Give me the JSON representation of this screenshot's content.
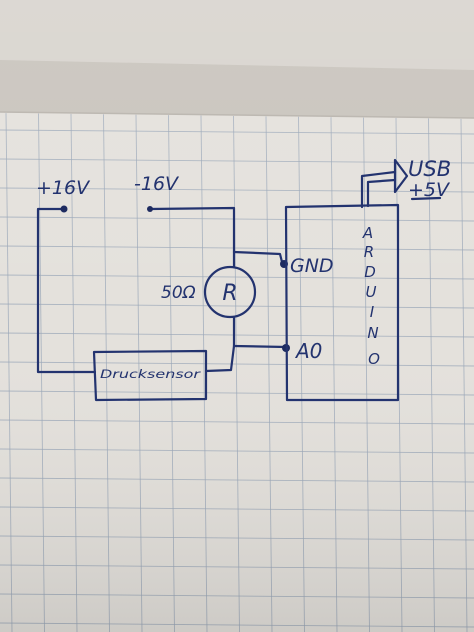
{
  "diagram": {
    "supply_positive": "+16V",
    "supply_negative": "-16V",
    "resistor_value": "50Ω",
    "resistor_symbol": "R",
    "sensor_label": "Drucksensor",
    "board_label": [
      "A",
      "R",
      "D",
      "U",
      "I",
      "N",
      "O"
    ],
    "pin_gnd": "GND",
    "pin_a0": "A0",
    "usb_label": "USB",
    "usb_voltage": "+5V"
  },
  "colors": {
    "ink": "#23336f",
    "paper": "#e4e1dc",
    "grid": "#9aa7b8"
  }
}
